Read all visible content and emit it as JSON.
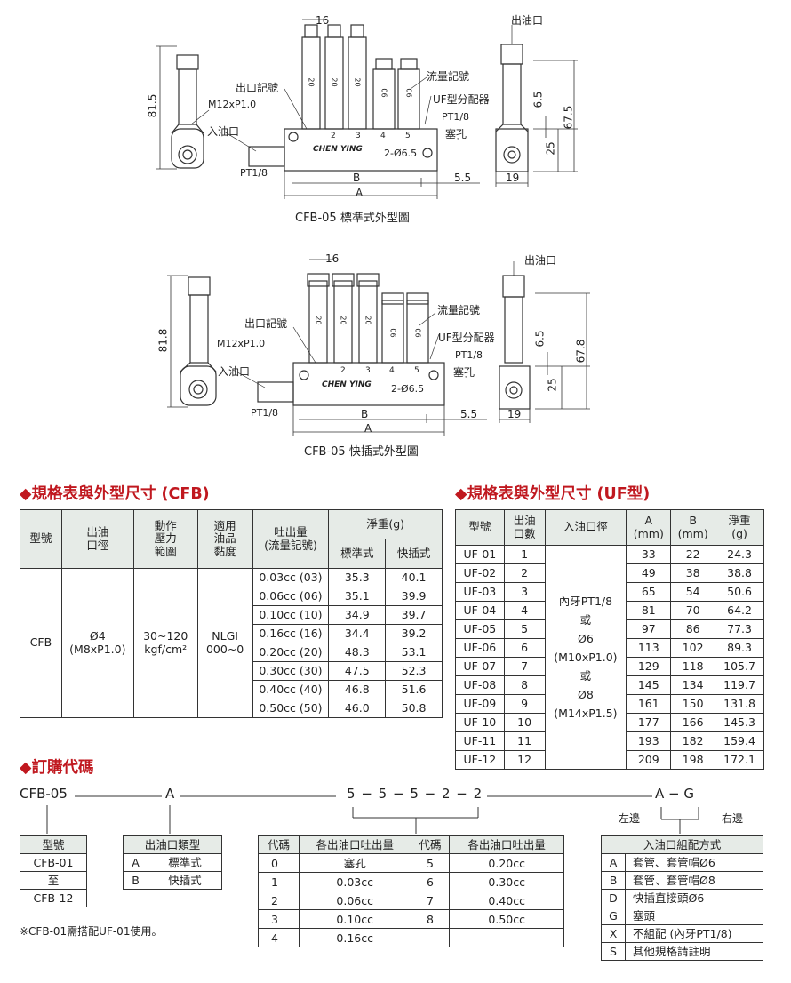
{
  "drawing1": {
    "caption": "CFB-05 標準式外型圖",
    "dim_16": "16",
    "outlet_label": "出油口",
    "outlet_mark_label": "出口記號",
    "flow_mark_label": "流量記號",
    "uf_label": "UF型分配器",
    "m12": "M12xP1.0",
    "inlet_label": "入油口",
    "pt18_a": "PT1/8",
    "pt18_b": "PT1/8",
    "plug_label": "塞孔",
    "hole_label": "2-Ø6.5",
    "dim_b": "B",
    "dim_a": "A",
    "dim_55": "5.5",
    "dim_19": "19",
    "dim_815": "81.5",
    "dim_65": "6.5",
    "dim_675": "67.5",
    "dim_25": "25",
    "brand": "CHEN YING",
    "port_nums": [
      "2",
      "3",
      "4",
      "5"
    ],
    "valve_codes": [
      "20",
      "20",
      "20",
      "06",
      "06"
    ]
  },
  "drawing2": {
    "caption": "CFB-05 快插式外型圖",
    "dim_16": "16",
    "outlet_label": "出油口",
    "outlet_mark_label": "出口記號",
    "flow_mark_label": "流量記號",
    "uf_label": "UF型分配器",
    "m12": "M12xP1.0",
    "inlet_label": "入油口",
    "pt18_a": "PT1/8",
    "pt18_b": "PT1/8",
    "plug_label": "塞孔",
    "hole_label": "2-Ø6.5",
    "dim_b": "B",
    "dim_a": "A",
    "dim_55": "5.5",
    "dim_19": "19",
    "dim_818": "81.8",
    "dim_65": "6.5",
    "dim_678": "67.8",
    "dim_25": "25",
    "brand": "CHEN YING",
    "port_nums": [
      "2",
      "3",
      "4",
      "5"
    ],
    "valve_codes": [
      "20",
      "20",
      "20",
      "06",
      "06"
    ]
  },
  "cfb": {
    "title": "◆規格表與外型尺寸 (CFB)",
    "h_model": "型號",
    "h_outlet": "出油\n口徑",
    "h_pressure": "動作\n壓力\n範圍",
    "h_oil": "適用\n油品\n黏度",
    "h_flow": "吐出量\n(流量記號)",
    "h_weight": "淨重(g)",
    "h_std": "標準式",
    "h_quick": "快插式",
    "model": "CFB",
    "outlet": "Ø4\n(M8xP1.0)",
    "pressure": "30~120\nkgf/cm²",
    "oil": "NLGI\n000~0",
    "rows": [
      {
        "flow": "0.03cc (03)",
        "std": "35.3",
        "quick": "40.1"
      },
      {
        "flow": "0.06cc (06)",
        "std": "35.1",
        "quick": "39.9"
      },
      {
        "flow": "0.10cc (10)",
        "std": "34.9",
        "quick": "39.7"
      },
      {
        "flow": "0.16cc (16)",
        "std": "34.4",
        "quick": "39.2"
      },
      {
        "flow": "0.20cc (20)",
        "std": "48.3",
        "quick": "53.1"
      },
      {
        "flow": "0.30cc (30)",
        "std": "47.5",
        "quick": "52.3"
      },
      {
        "flow": "0.40cc (40)",
        "std": "46.8",
        "quick": "51.6"
      },
      {
        "flow": "0.50cc (50)",
        "std": "46.0",
        "quick": "50.8"
      }
    ]
  },
  "uf": {
    "title": "◆規格表與外型尺寸 (UF型)",
    "h_model": "型號",
    "h_count": "出油\n口數",
    "h_inlet": "入油口徑",
    "h_a": "A\n(mm)",
    "h_b": "B\n(mm)",
    "h_weight": "淨重\n(g)",
    "inlet": "內牙PT1/8\n或\nØ6\n(M10xP1.0)\n或\nØ8\n(M14xP1.5)",
    "rows": [
      {
        "model": "UF-01",
        "n": "1",
        "a": "33",
        "b": "22",
        "w": "24.3"
      },
      {
        "model": "UF-02",
        "n": "2",
        "a": "49",
        "b": "38",
        "w": "38.8"
      },
      {
        "model": "UF-03",
        "n": "3",
        "a": "65",
        "b": "54",
        "w": "50.6"
      },
      {
        "model": "UF-04",
        "n": "4",
        "a": "81",
        "b": "70",
        "w": "64.2"
      },
      {
        "model": "UF-05",
        "n": "5",
        "a": "97",
        "b": "86",
        "w": "77.3"
      },
      {
        "model": "UF-06",
        "n": "6",
        "a": "113",
        "b": "102",
        "w": "89.3"
      },
      {
        "model": "UF-07",
        "n": "7",
        "a": "129",
        "b": "118",
        "w": "105.7"
      },
      {
        "model": "UF-08",
        "n": "8",
        "a": "145",
        "b": "134",
        "w": "119.7"
      },
      {
        "model": "UF-09",
        "n": "9",
        "a": "161",
        "b": "150",
        "w": "131.8"
      },
      {
        "model": "UF-10",
        "n": "10",
        "a": "177",
        "b": "166",
        "w": "145.3"
      },
      {
        "model": "UF-11",
        "n": "11",
        "a": "193",
        "b": "182",
        "w": "159.4"
      },
      {
        "model": "UF-12",
        "n": "12",
        "a": "209",
        "b": "198",
        "w": "172.1"
      }
    ]
  },
  "order": {
    "title": "◆訂購代碼",
    "code_prefix": "CFB-05",
    "code_a": "A",
    "code_flows": [
      "5",
      "5",
      "5",
      "2",
      "2"
    ],
    "code_end_a": "A",
    "code_end_g": "G",
    "left_label": "左邊",
    "right_label": "右邊",
    "model_box": {
      "header": "型號",
      "rows": [
        "CFB-01",
        "至",
        "CFB-12"
      ]
    },
    "note": "※CFB-01需搭配UF-01使用。",
    "type_box": {
      "header": "出油口類型",
      "rows": [
        {
          "code": "A",
          "desc": "標準式"
        },
        {
          "code": "B",
          "desc": "快插式"
        }
      ]
    },
    "flow_box": {
      "h_code": "代碼",
      "h_flow": "各出油口吐出量",
      "left": [
        {
          "code": "0",
          "flow": "塞孔"
        },
        {
          "code": "1",
          "flow": "0.03cc"
        },
        {
          "code": "2",
          "flow": "0.06cc"
        },
        {
          "code": "3",
          "flow": "0.10cc"
        },
        {
          "code": "4",
          "flow": "0.16cc"
        }
      ],
      "right": [
        {
          "code": "5",
          "flow": "0.20cc"
        },
        {
          "code": "6",
          "flow": "0.30cc"
        },
        {
          "code": "7",
          "flow": "0.40cc"
        },
        {
          "code": "8",
          "flow": "0.50cc"
        }
      ]
    },
    "inlet_box": {
      "header": "入油口組配方式",
      "rows": [
        {
          "code": "A",
          "desc": "套管、套管帽Ø6"
        },
        {
          "code": "B",
          "desc": "套管、套管帽Ø8"
        },
        {
          "code": "D",
          "desc": "快插直接頭Ø6"
        },
        {
          "code": "G",
          "desc": "塞頭"
        },
        {
          "code": "X",
          "desc": "不組配 (內牙PT1/8)"
        },
        {
          "code": "S",
          "desc": "其他規格請註明"
        }
      ]
    }
  }
}
